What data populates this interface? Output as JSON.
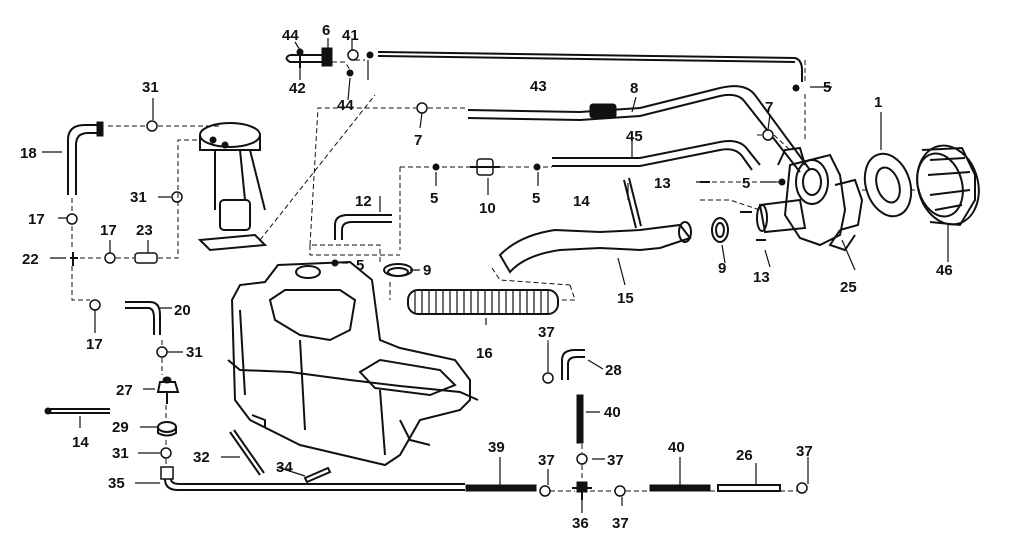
{
  "callouts": [
    {
      "id": "c1",
      "text": "1"
    },
    {
      "id": "c5a",
      "text": "5"
    },
    {
      "id": "c5b",
      "text": "5"
    },
    {
      "id": "c5c",
      "text": "5"
    },
    {
      "id": "c5d",
      "text": "5"
    },
    {
      "id": "c5e",
      "text": "5"
    },
    {
      "id": "c6",
      "text": "6"
    },
    {
      "id": "c7a",
      "text": "7"
    },
    {
      "id": "c7b",
      "text": "7"
    },
    {
      "id": "c8",
      "text": "8"
    },
    {
      "id": "c9a",
      "text": "9"
    },
    {
      "id": "c9b",
      "text": "9"
    },
    {
      "id": "c10",
      "text": "10"
    },
    {
      "id": "c12",
      "text": "12"
    },
    {
      "id": "c13a",
      "text": "13"
    },
    {
      "id": "c13b",
      "text": "13"
    },
    {
      "id": "c14a",
      "text": "14"
    },
    {
      "id": "c14b",
      "text": "14"
    },
    {
      "id": "c15",
      "text": "15"
    },
    {
      "id": "c16",
      "text": "16"
    },
    {
      "id": "c17a",
      "text": "17"
    },
    {
      "id": "c17b",
      "text": "17"
    },
    {
      "id": "c17c",
      "text": "17"
    },
    {
      "id": "c18",
      "text": "18"
    },
    {
      "id": "c20",
      "text": "20"
    },
    {
      "id": "c22",
      "text": "22"
    },
    {
      "id": "c23",
      "text": "23"
    },
    {
      "id": "c25",
      "text": "25"
    },
    {
      "id": "c26",
      "text": "26"
    },
    {
      "id": "c27",
      "text": "27"
    },
    {
      "id": "c28",
      "text": "28"
    },
    {
      "id": "c29",
      "text": "29"
    },
    {
      "id": "c31a",
      "text": "31"
    },
    {
      "id": "c31b",
      "text": "31"
    },
    {
      "id": "c31c",
      "text": "31"
    },
    {
      "id": "c31d",
      "text": "31"
    },
    {
      "id": "c32",
      "text": "32"
    },
    {
      "id": "c34",
      "text": "34"
    },
    {
      "id": "c35",
      "text": "35"
    },
    {
      "id": "c36",
      "text": "36"
    },
    {
      "id": "c37a",
      "text": "37"
    },
    {
      "id": "c37b",
      "text": "37"
    },
    {
      "id": "c37c",
      "text": "37"
    },
    {
      "id": "c37d",
      "text": "37"
    },
    {
      "id": "c37e",
      "text": "37"
    },
    {
      "id": "c39",
      "text": "39"
    },
    {
      "id": "c40a",
      "text": "40"
    },
    {
      "id": "c40b",
      "text": "40"
    },
    {
      "id": "c41",
      "text": "41"
    },
    {
      "id": "c42",
      "text": "42"
    },
    {
      "id": "c43",
      "text": "43"
    },
    {
      "id": "c44a",
      "text": "44"
    },
    {
      "id": "c44b",
      "text": "44"
    },
    {
      "id": "c45",
      "text": "45"
    },
    {
      "id": "c46",
      "text": "46"
    }
  ]
}
